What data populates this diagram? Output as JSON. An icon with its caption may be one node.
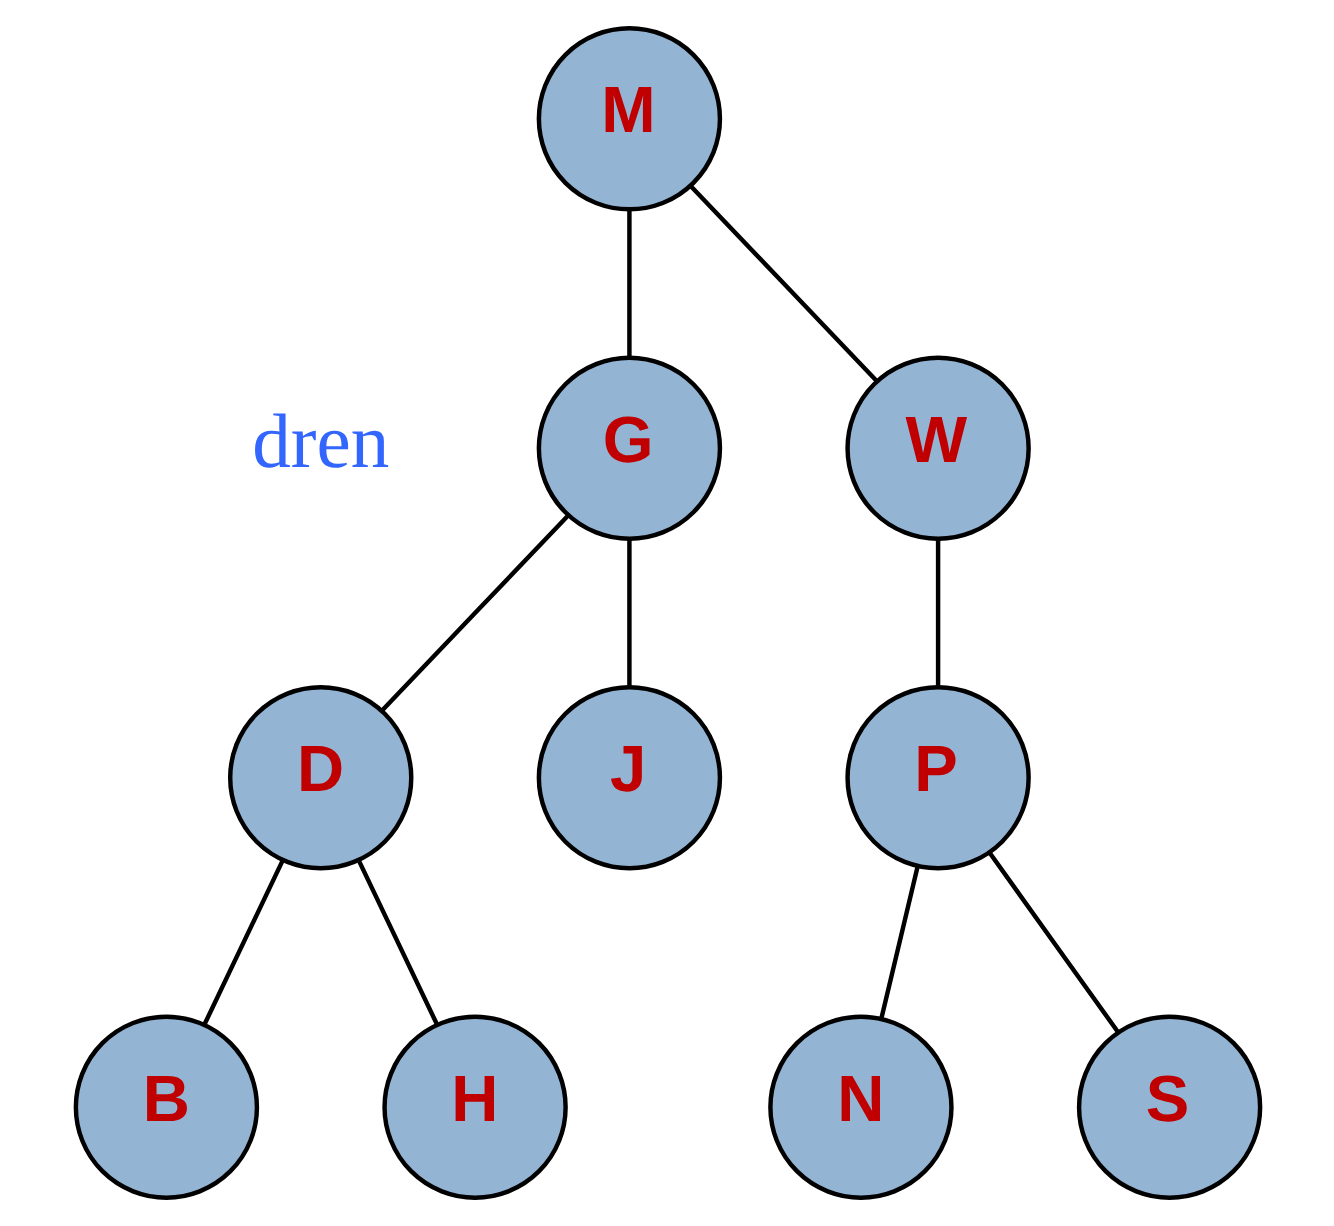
{
  "diagram": {
    "nodes": [
      {
        "text": [
          "M"
        ]
      },
      {
        "text": [
          "G"
        ]
      },
      {
        "text": [
          "W"
        ]
      },
      {
        "text": [
          "D"
        ]
      },
      {
        "text": [
          "J"
        ]
      },
      {
        "text": [
          "P"
        ]
      },
      {
        "text": [
          "B"
        ]
      },
      {
        "text": [
          "H"
        ]
      },
      {
        "text": [
          "N"
        ]
      },
      {
        "text": [
          "S"
        ]
      }
    ],
    "edges": [
      {
        "from": 0,
        "to": 1,
        "arrow": "none"
      },
      {
        "from": 0,
        "to": 2,
        "arrow": "none"
      },
      {
        "from": 1,
        "to": 3,
        "arrow": "none"
      },
      {
        "from": 1,
        "to": 4,
        "arrow": "none"
      },
      {
        "from": 2,
        "to": 5,
        "arrow": "none"
      },
      {
        "from": 3,
        "to": 6,
        "arrow": "none"
      },
      {
        "from": 3,
        "to": 7,
        "arrow": "none"
      },
      {
        "from": 5,
        "to": 8,
        "arrow": "none"
      },
      {
        "from": 5,
        "to": 9,
        "arrow": "none"
      }
    ],
    "labels": [
      "dren"
    ]
  }
}
